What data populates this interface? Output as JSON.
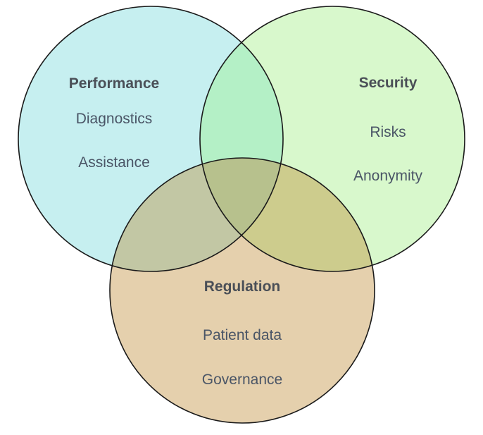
{
  "sets": [
    {
      "key": "performance",
      "title": "Performance",
      "items": [
        "Diagnostics",
        "Assistance"
      ],
      "color": "#c6eff0"
    },
    {
      "key": "security",
      "title": "Security",
      "items": [
        "Risks",
        "Anonymity"
      ],
      "color": "#d8f8cc"
    },
    {
      "key": "regulation",
      "title": "Regulation",
      "items": [
        "Patient data",
        "Governance"
      ],
      "color": "#e5d0ad"
    }
  ],
  "overlap_colors": {
    "performance_security": "#b4f0c6",
    "performance_regulation": "#c2c7a4",
    "security_regulation": "#cdcc8d",
    "all_three": "#b7c18d"
  },
  "outline_color": "#1a1a1a"
}
